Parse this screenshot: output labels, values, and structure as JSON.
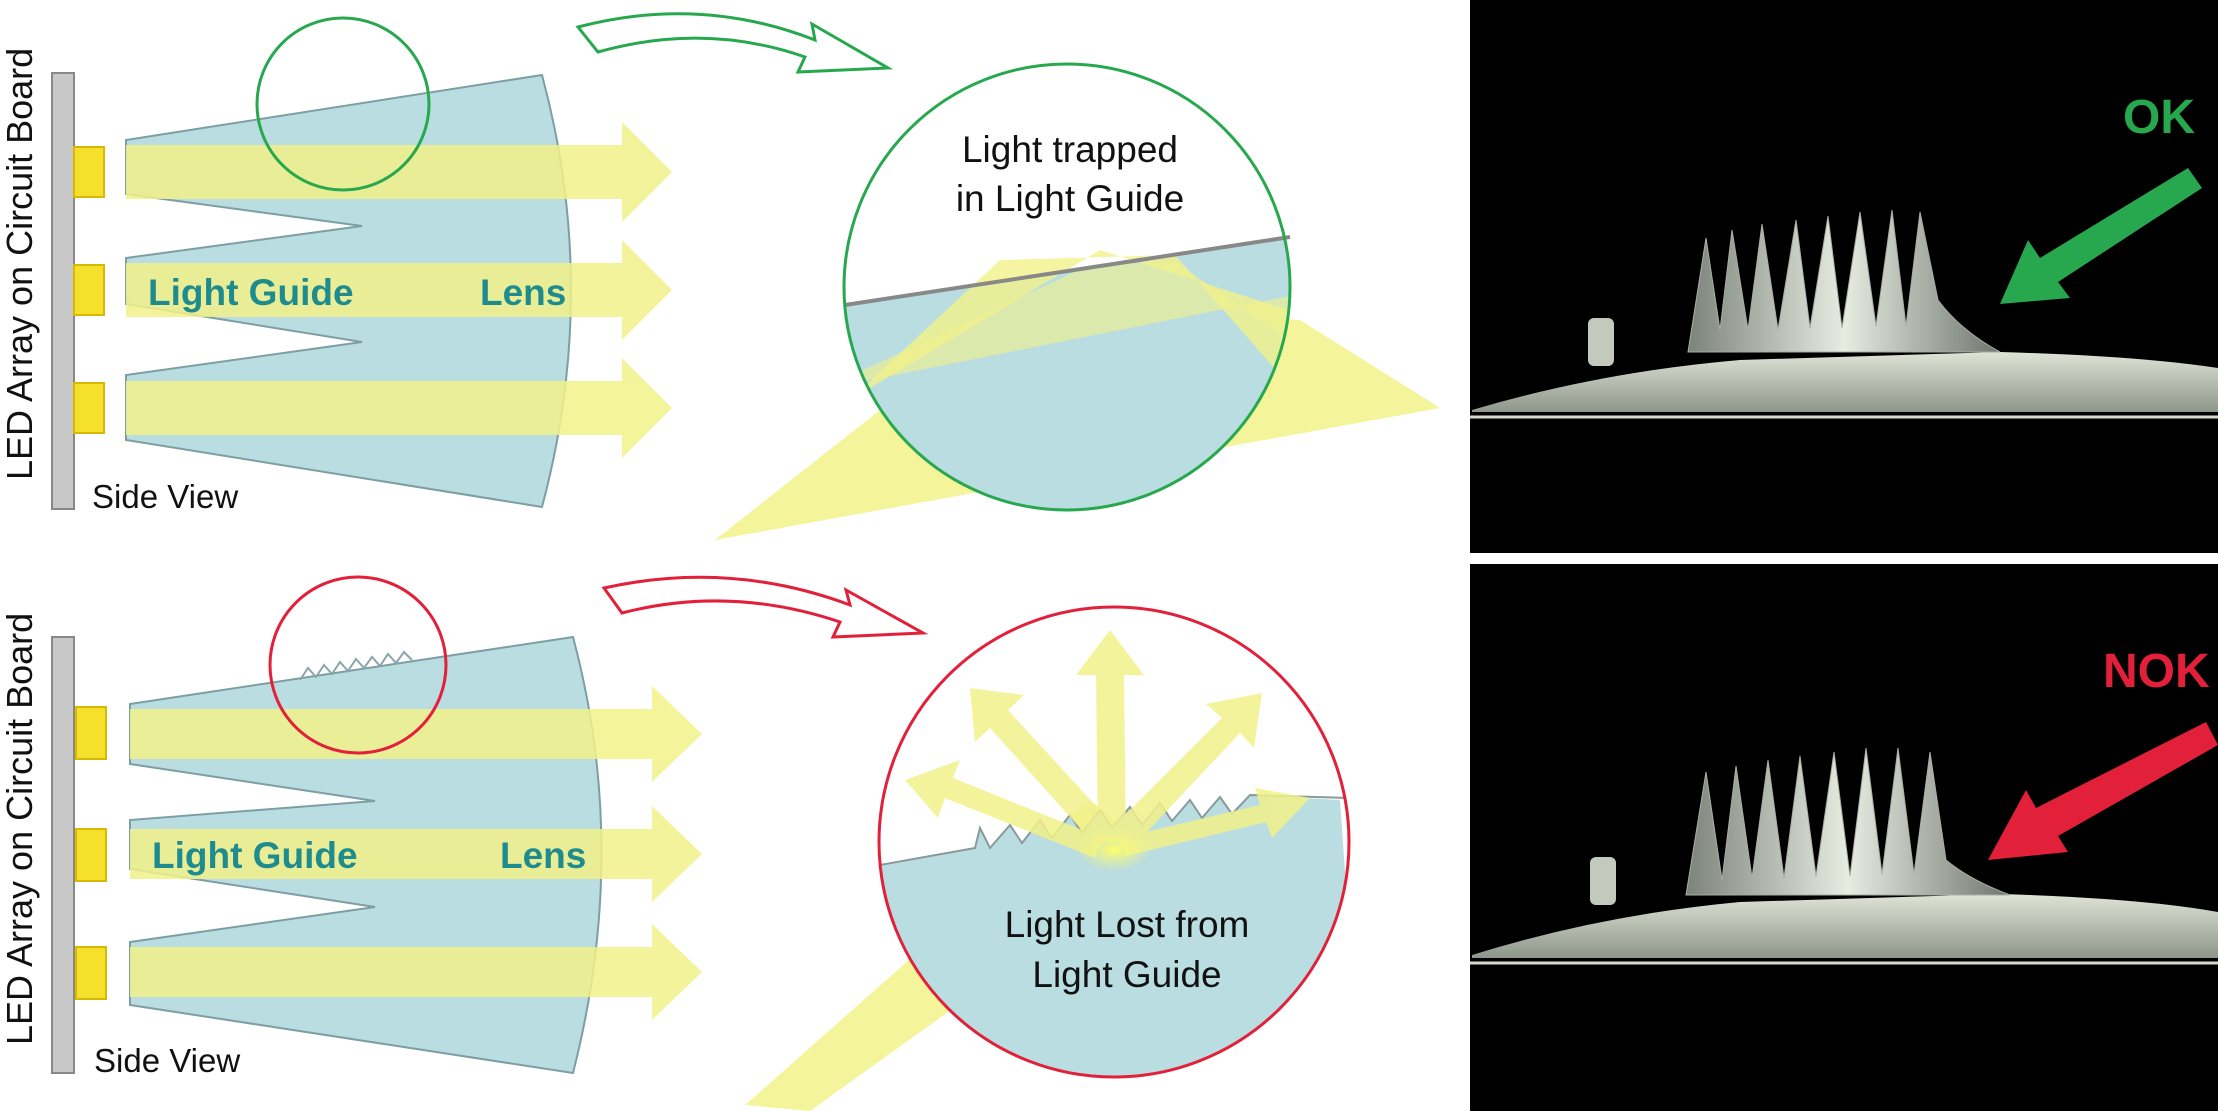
{
  "top_panel": {
    "board_label": "LED Array on Circuit Board",
    "view_label": "Side View",
    "guide_label": "Light Guide",
    "lens_label": "Lens",
    "zoom_caption_line1": "Light trapped",
    "zoom_caption_line2": "in Light Guide"
  },
  "bottom_panel": {
    "board_label": "LED Array on Circuit Board",
    "view_label": "Side View",
    "guide_label": "Light Guide",
    "lens_label": "Lens",
    "zoom_caption_line1": "Light Lost from",
    "zoom_caption_line2": "Light Guide"
  },
  "photos": {
    "top_status": "OK",
    "bottom_status": "NOK"
  },
  "colors": {
    "light_guide_fill": "#b9dde0",
    "light_beam": "#f2f28a",
    "led": "#f5e02c",
    "board": "#c8c8c8",
    "ok_green": "#27a84f",
    "nok_red": "#e3203a",
    "label_teal": "#1e8c8e"
  },
  "icons": [
    "ok-arrow-icon",
    "nok-arrow-icon",
    "zoom-arrow-icon"
  ]
}
